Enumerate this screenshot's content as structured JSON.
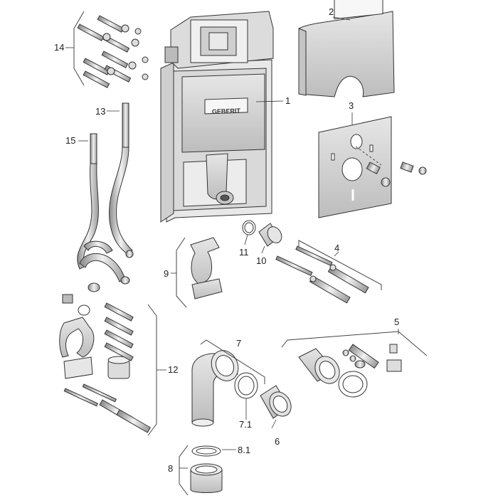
{
  "brand": "GEBERIT",
  "callouts": {
    "c1": "1",
    "c2": "2",
    "c3": "3",
    "c4": "4",
    "c5": "5",
    "c6": "6",
    "c7": "7",
    "c7_1": "7.1",
    "c8": "8",
    "c8_1": "8.1",
    "c9": "9",
    "c10": "10",
    "c11": "11",
    "c12": "12",
    "c13": "13",
    "c14": "14",
    "c15": "15"
  }
}
